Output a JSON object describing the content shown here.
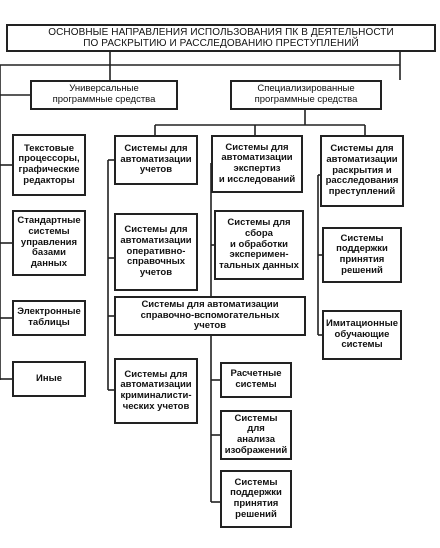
{
  "title": "ОСНОВНЫЕ НАПРАВЛЕНИЯ ИСПОЛЬЗОВАНИЯ ПК В ДЕЯТЕЛЬНОСТИ\nПО РАСКРЫТИЮ И РАССЛЕДОВАНИЮ ПРЕСТУПЛЕНИЙ",
  "universal": {
    "label": "Универсальные\nпрограммные средства",
    "items": [
      "Текстовые\nпроцессоры,\nграфические\nредакторы",
      "Стандартные\nсистемы\nуправления\nбазами\nданных",
      "Электронные\nтаблицы",
      "Иные"
    ]
  },
  "specialized": {
    "label": "Специализированные\nпрограммные средства",
    "col1": [
      "Системы для\nавтоматизации\nучетов",
      "Системы для\nавтоматизации\nоперативно-\nсправочных\nучетов",
      "Системы для\nавтоматизации\nкриминалисти-\nческих учетов"
    ],
    "wide": "Системы для автоматизации\nсправочно-вспомогательных\nучетов",
    "col2": [
      "Системы для\nавтоматизации\nэкспертиз\nи исследований",
      "Системы для\nсбора\nи обработки\nэксперимен-\nтальных данных"
    ],
    "col2_sub": [
      "Расчетные\nсистемы",
      "Системы для\nанализа\nизображений",
      "Системы\nподдержки\nпринятия\nрешений"
    ],
    "col3": [
      "Системы для\nавтоматизации\nраскрытия и\nрасследования\nпреступлений",
      "Системы\nподдержки\nпринятия\nрешений",
      "Имитационные\nобучающие\nсистемы"
    ]
  }
}
